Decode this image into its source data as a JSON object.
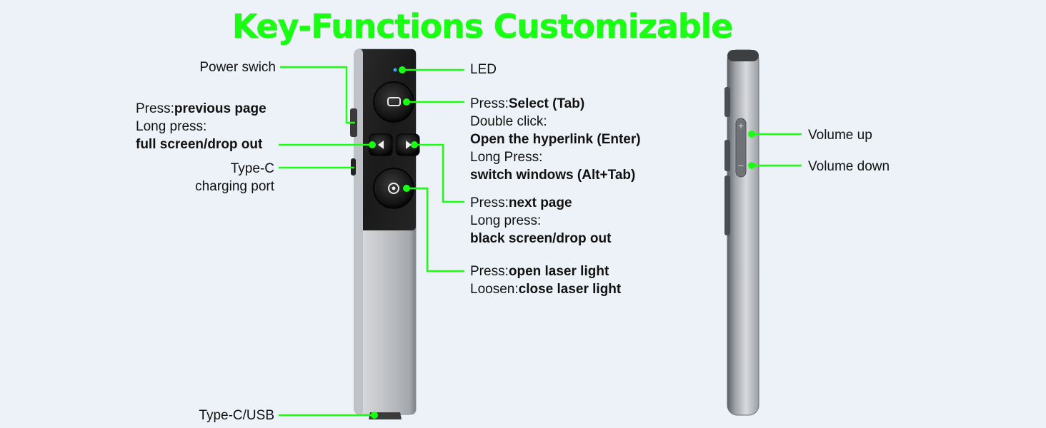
{
  "title": "Key-Functions Customizable",
  "colors": {
    "accent_green": "#19ff12",
    "background": "#edf2f8",
    "remote_black": "#1b1b1b",
    "remote_silver": "#b9bcc1"
  },
  "labels": {
    "power_switch": "Power swich",
    "prev": {
      "l1_prefix": "Press:",
      "l1_bold": "previous page",
      "l2": "Long press:",
      "l3_bold": "full screen/drop out"
    },
    "typec": {
      "l1": "Type-C",
      "l2": "charging port"
    },
    "typec_usb": "Type-C/USB",
    "led": "LED",
    "select": {
      "l1_prefix": "Press:",
      "l1_bold": "Select (Tab)",
      "l2": "Double click:",
      "l3_bold": "Open the hyperlink (Enter)",
      "l4": "Long Press:",
      "l5_bold": "switch windows (Alt+Tab)"
    },
    "next": {
      "l1_prefix": "Press:",
      "l1_bold": "next page",
      "l2": "Long press:",
      "l3_bold": "black screen/drop out"
    },
    "laser": {
      "l1_prefix": "Press:",
      "l1_bold": "open laser light",
      "l2_prefix": "Loosen:",
      "l2_bold": "close laser light"
    },
    "volume_up": "Volume up",
    "volume_down": "Volume down"
  },
  "side_buttons": {
    "plus": "+",
    "minus": "−"
  },
  "icons": [
    "select-button-icon",
    "left-arrow-icon",
    "right-arrow-icon",
    "laser-button-icon",
    "led-indicator-icon"
  ]
}
